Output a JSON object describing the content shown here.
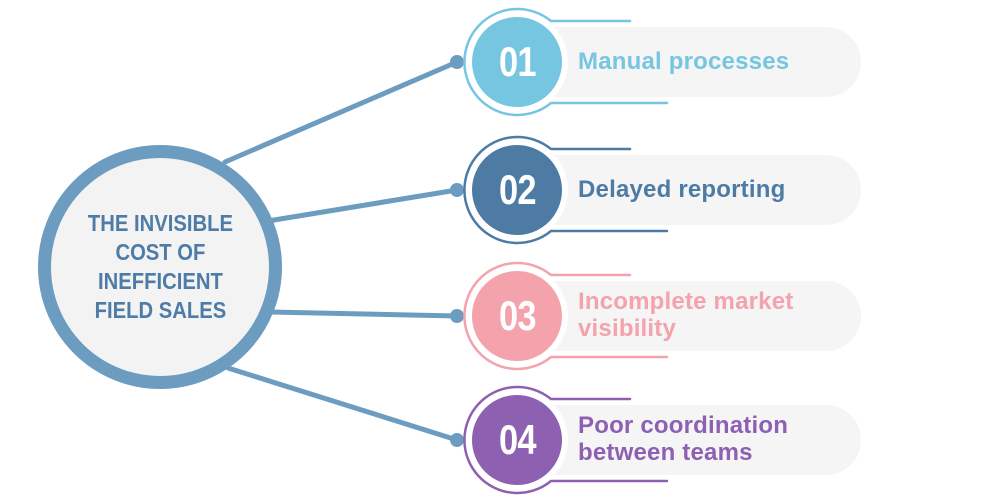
{
  "title_circle": {
    "title_lines": [
      "THE INVISIBLE",
      "COST OF",
      "INEFFICIENT",
      "FIELD SALES"
    ],
    "border_color": "#6d9cc1",
    "fill_color": "#f3f3f3",
    "text_color": "#4e7ca7"
  },
  "items": [
    {
      "number": "01",
      "label": "Manual processes",
      "color": "#76c6e2"
    },
    {
      "number": "02",
      "label": "Delayed reporting",
      "color": "#4d7ba4"
    },
    {
      "number": "03",
      "label": "Incomplete market visibility",
      "color": "#f4a2ac"
    },
    {
      "number": "04",
      "label": "Poor coordination between teams",
      "color": "#8d60b2"
    }
  ],
  "connector": {
    "color": "#6d9cc1"
  },
  "pill_background": "#f5f5f6",
  "number_text_color": "#ffffff"
}
